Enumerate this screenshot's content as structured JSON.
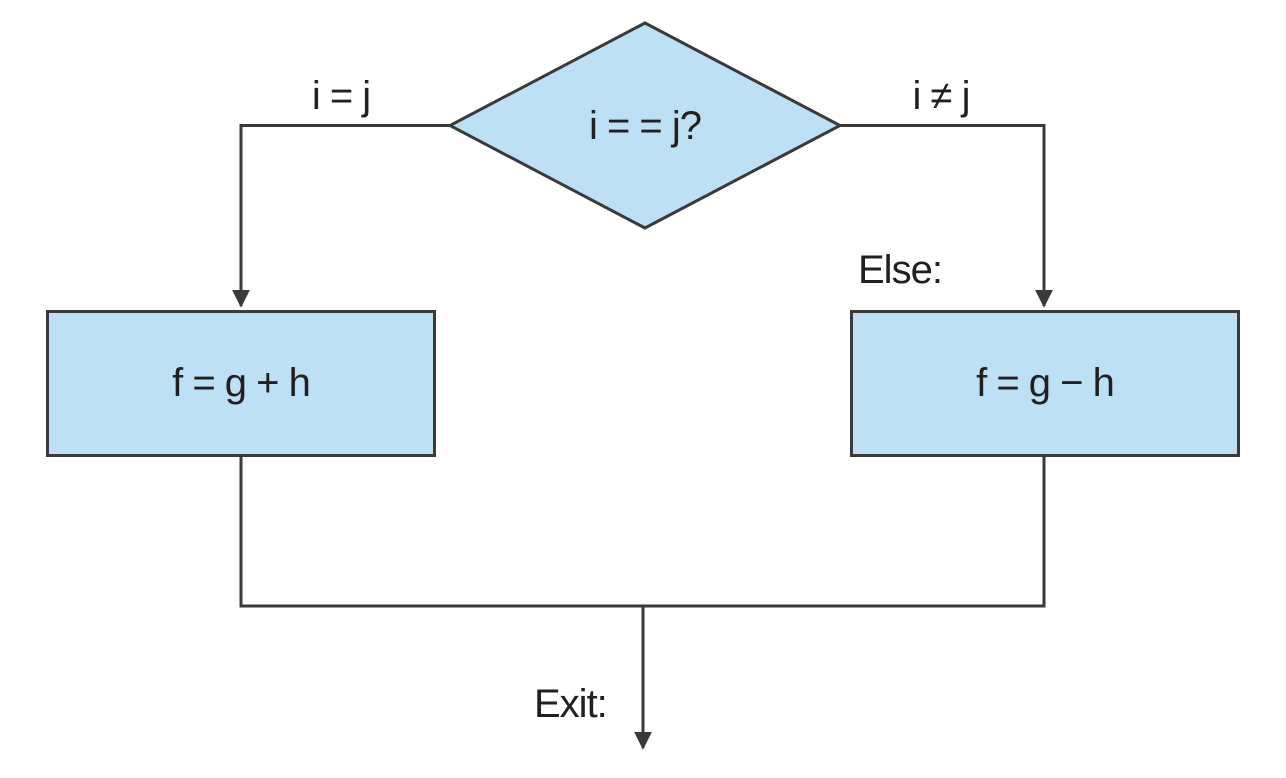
{
  "diagram": {
    "type": "flowchart",
    "decision": {
      "label": "i = = j?"
    },
    "branches": {
      "true_branch": {
        "edge_label": "i = j",
        "box_label": "f = g + h"
      },
      "false_branch": {
        "edge_label": "i ≠ j",
        "annotation": "Else:",
        "box_label": "f = g − h"
      }
    },
    "exit_label": "Exit:",
    "colors": {
      "shape_fill": "#bee0f4",
      "shape_border": "#3a3a3a",
      "connector": "#3a3a3a",
      "text": "#231f20",
      "background": "#ffffff"
    }
  }
}
